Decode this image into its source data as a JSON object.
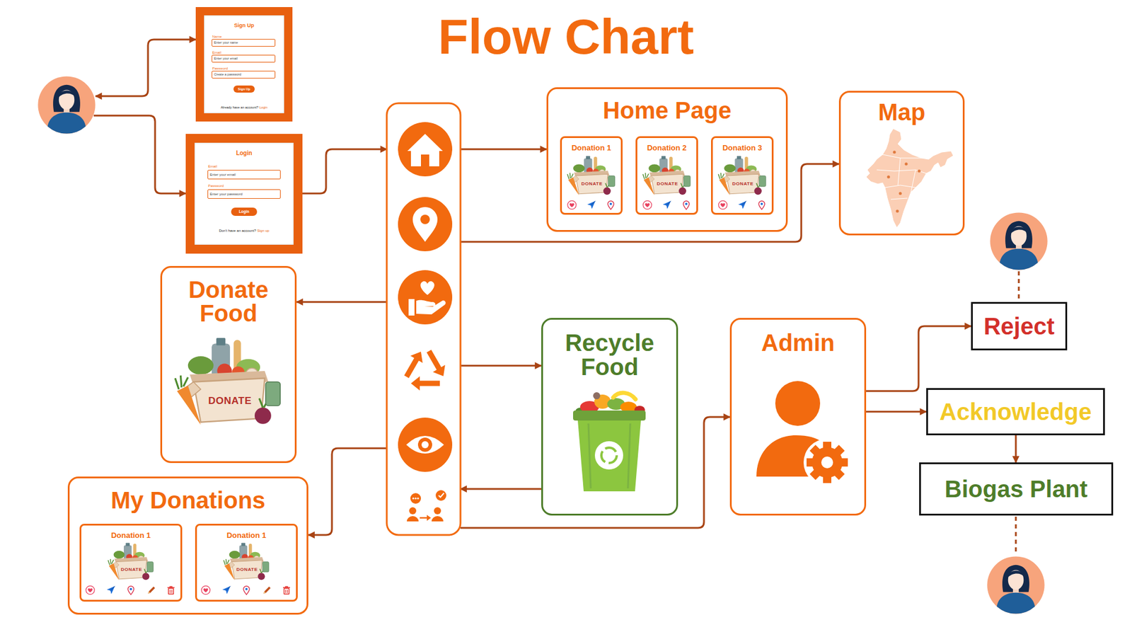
{
  "diagram": {
    "title": "Flow Chart",
    "nodes": [
      {
        "text": [
          "Sign Up",
          "Name",
          "Email",
          "Password",
          "Already have an account?",
          "Login"
        ]
      },
      {
        "text": [
          "Enter your name"
        ],
        "in": 0
      },
      {
        "text": [
          "Enter your email"
        ],
        "in": 0
      },
      {
        "text": [
          "Create a password"
        ],
        "in": 0
      },
      {
        "text": [
          "Sign Up"
        ],
        "in": 0
      },
      {
        "text": [
          "Login",
          "Email",
          "Password",
          "Don't have an account?",
          "Sign up"
        ]
      },
      {
        "text": [
          "Enter your email"
        ],
        "in": 5
      },
      {
        "text": [
          "Enter your password"
        ],
        "in": 5
      },
      {
        "text": [
          "Login"
        ],
        "in": 5
      },
      {
        "text": [
          "Home Page"
        ]
      },
      {
        "text": [
          "Donation 1"
        ],
        "in": 9
      },
      {
        "text": [
          "Donation 2"
        ],
        "in": 9
      },
      {
        "text": [
          "Donation 3"
        ],
        "in": 9
      },
      {
        "text": [
          "Map"
        ]
      },
      {
        "text": [
          "Donate Food"
        ]
      },
      {
        "text": [
          "Reject"
        ]
      },
      {
        "text": [
          "Recycle Food"
        ]
      },
      {
        "text": [
          "Admin"
        ]
      },
      {
        "text": [
          "Acknowledge"
        ]
      },
      {
        "text": [
          "Biogas Plant"
        ]
      },
      {
        "text": [
          "My Donations"
        ]
      },
      {
        "text": [
          "Donation 1"
        ],
        "in": 20
      },
      {
        "text": [
          "Donation 1"
        ],
        "in": 20
      }
    ],
    "edges": [
      {
        "from": 17,
        "to": 15,
        "arrow": "to"
      },
      {
        "from": 17,
        "to": 18,
        "arrow": "to"
      },
      {
        "from": 18,
        "to": 19,
        "arrow": "to"
      }
    ],
    "labels": [
      "DONATE",
      "DONATE",
      "DONATE",
      "DONATE",
      "DONATE",
      "DONATE"
    ]
  }
}
